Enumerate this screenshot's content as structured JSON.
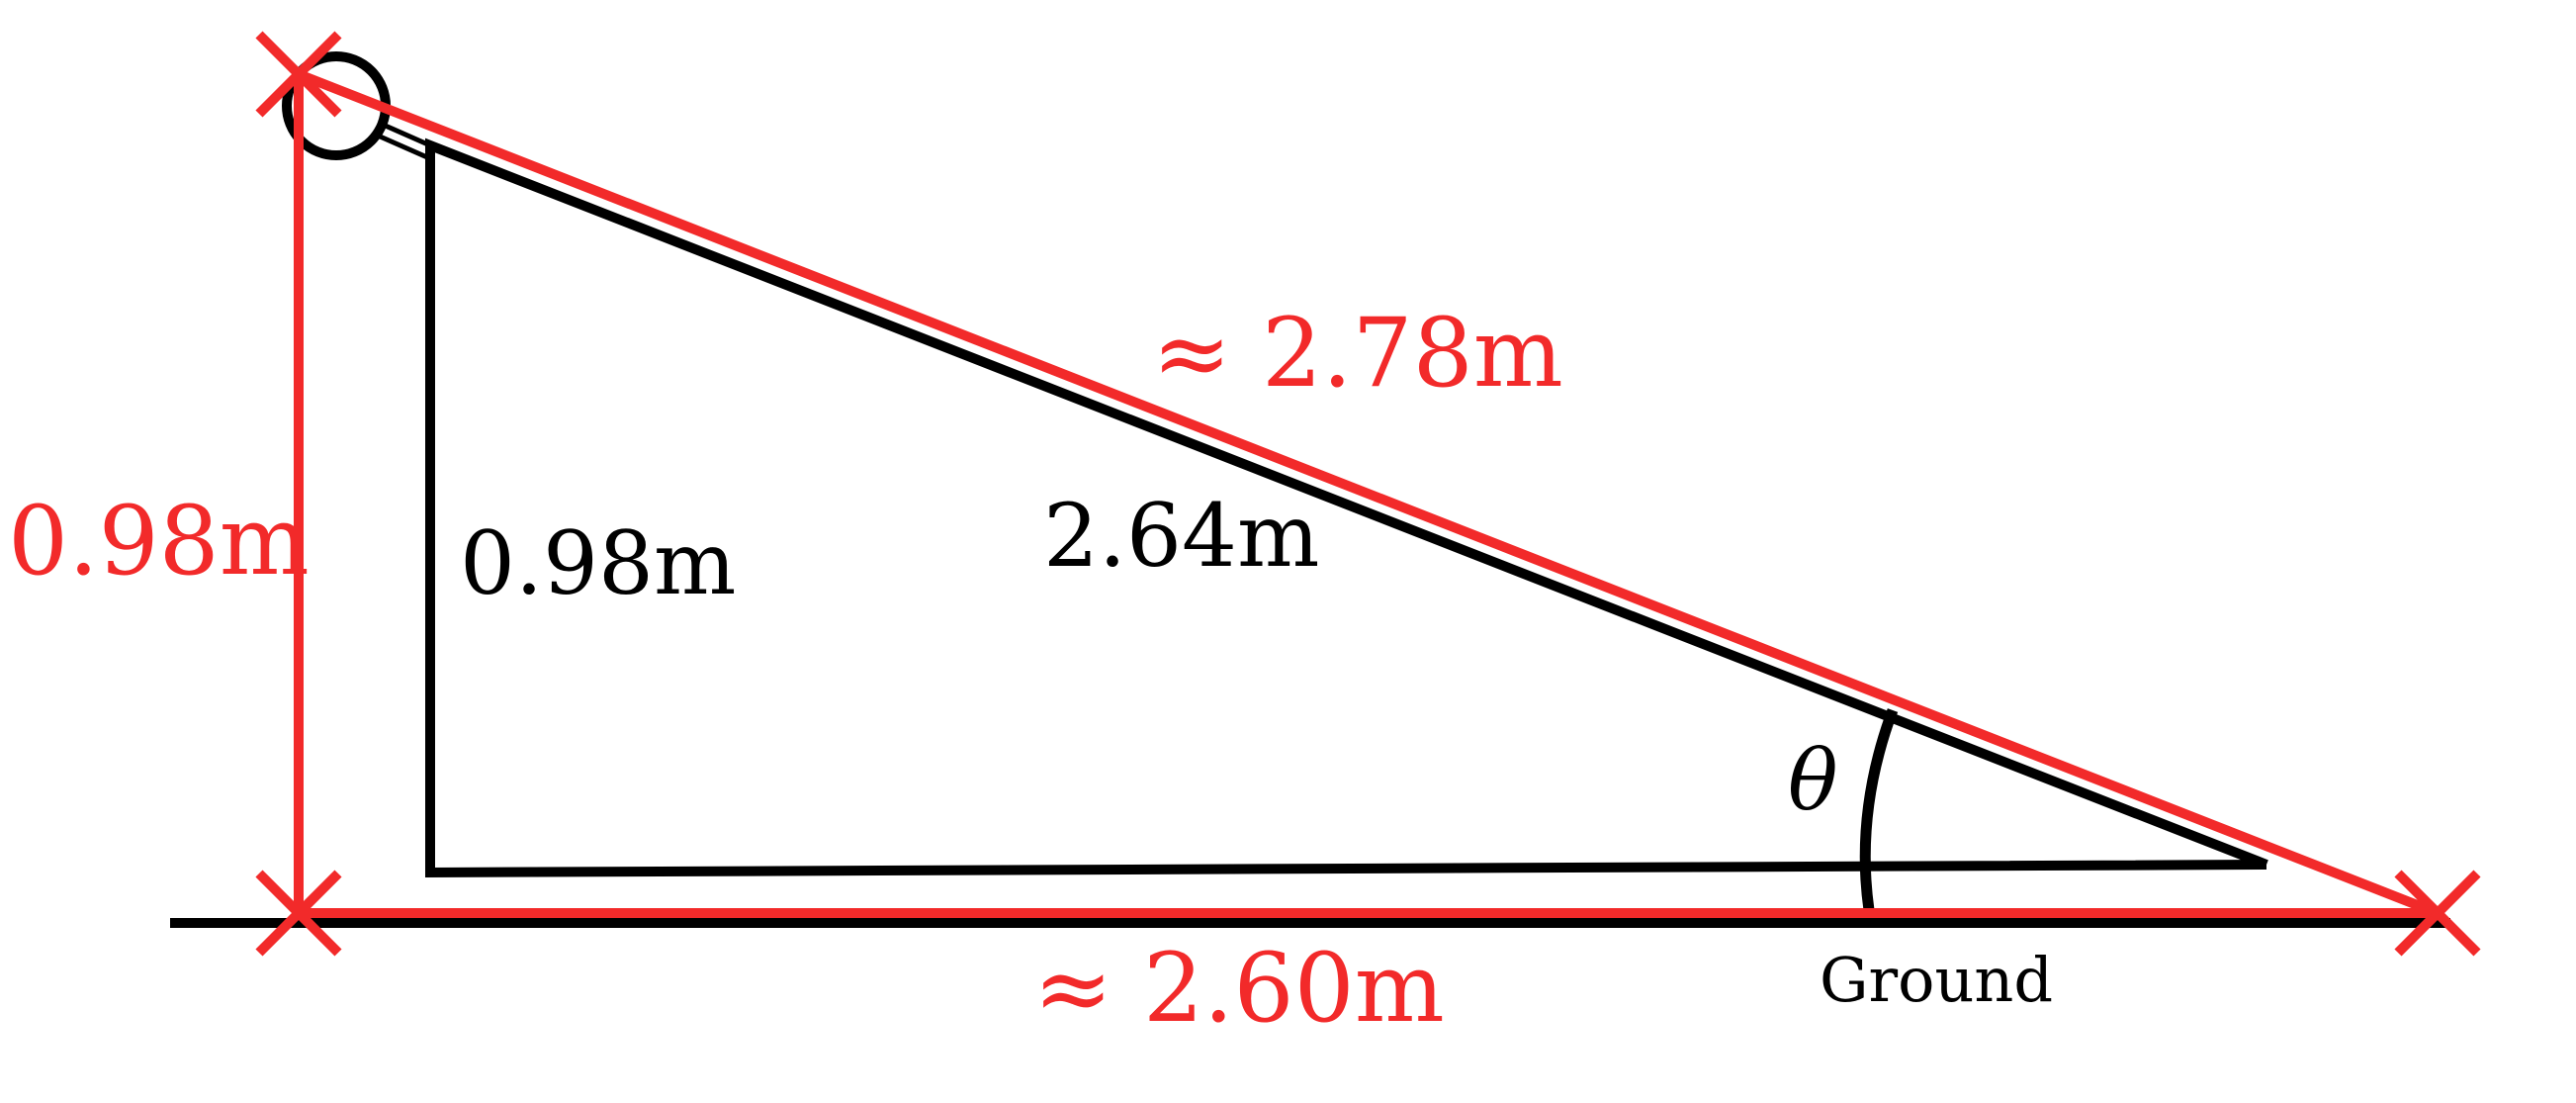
{
  "colors": {
    "measured": "#f22a2a",
    "original": "#000000"
  },
  "labels": {
    "height_measured": "0.98m",
    "height_original": "0.98m",
    "hypotenuse_measured": "≈ 2.78m",
    "hypotenuse_original": "2.64m",
    "base_measured": "≈ 2.60m",
    "angle": "θ",
    "ground": "Ground"
  }
}
